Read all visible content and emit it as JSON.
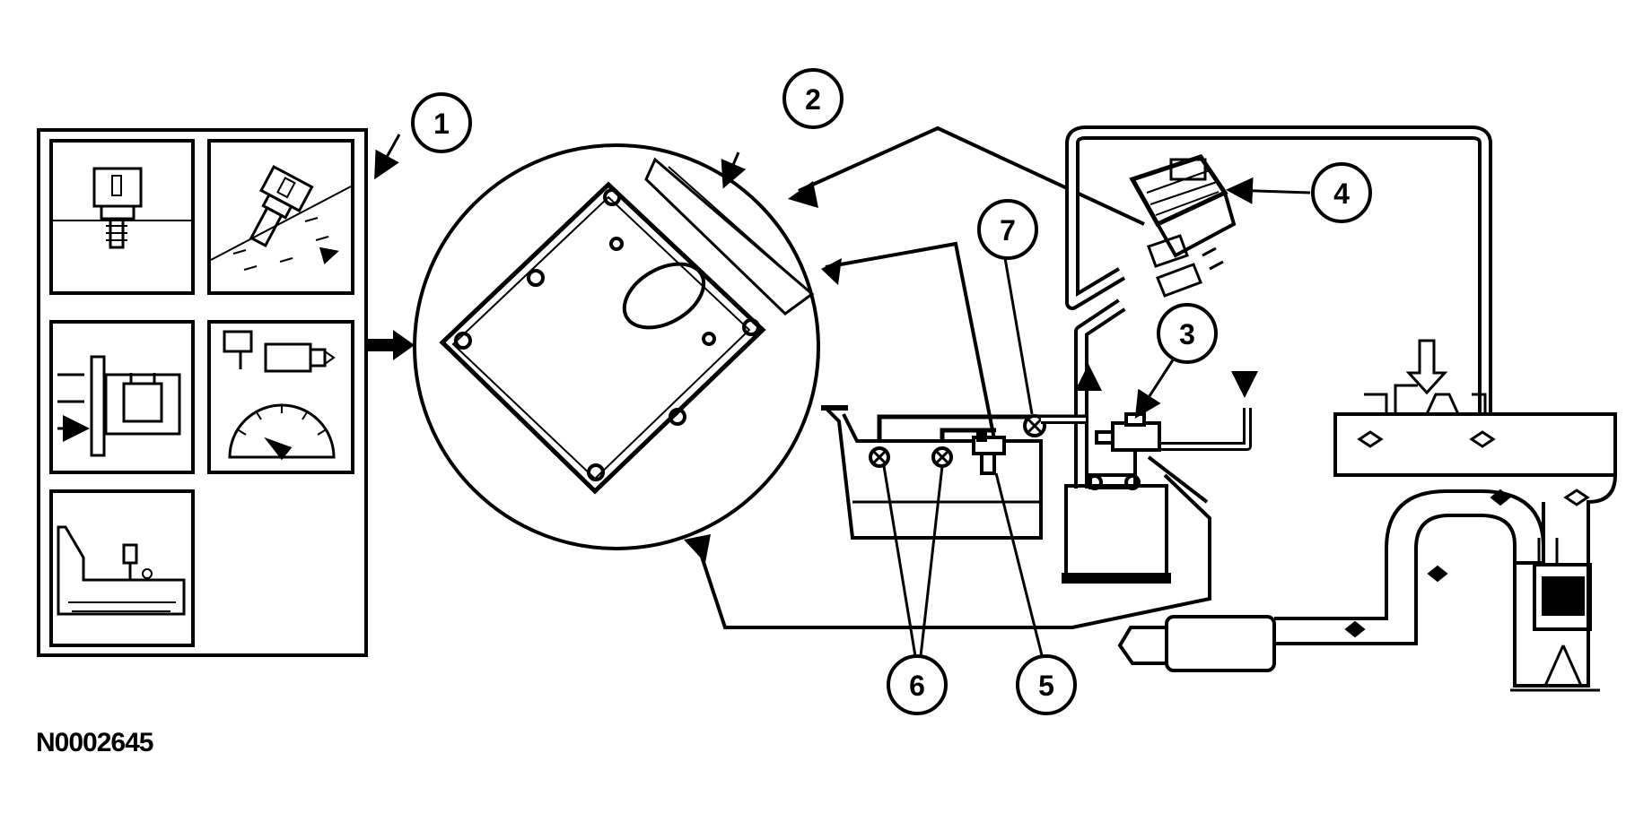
{
  "figure": {
    "id_label": "N0002645"
  },
  "callouts": [
    {
      "number": "1"
    },
    {
      "number": "2"
    },
    {
      "number": "3"
    },
    {
      "number": "4"
    },
    {
      "number": "5"
    },
    {
      "number": "6"
    },
    {
      "number": "7"
    }
  ],
  "colors": {
    "line": "#000000",
    "background": "#ffffff"
  },
  "icons": [
    "sensor-panel-icon",
    "pcm-module-icon",
    "evap-canister-purge-valve-icon",
    "egr-valve-icon",
    "fuel-tank-pressure-sensor-icon",
    "fuel-tank-icon",
    "vapor-valve-icon",
    "evap-canister-icon",
    "engine-intake-manifold-icon",
    "exhaust-pipe-icon",
    "catalytic-converter-icon"
  ]
}
